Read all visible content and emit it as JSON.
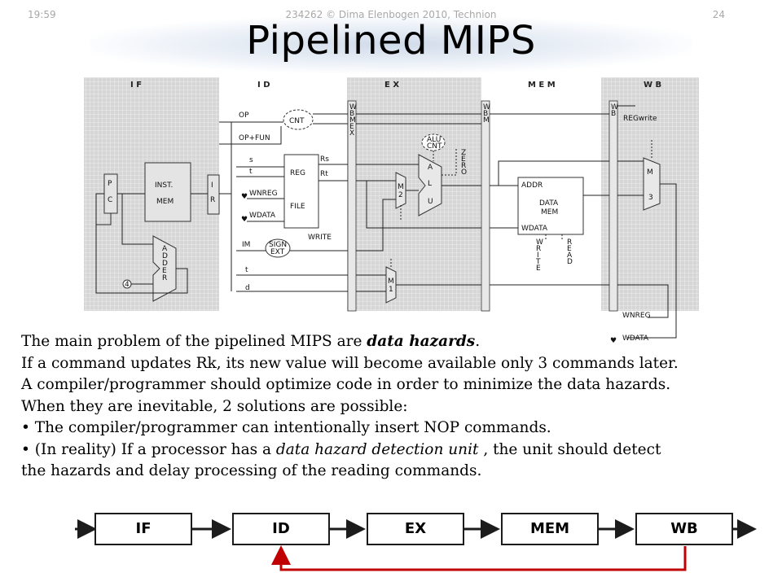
{
  "header": {
    "time": "19:59",
    "footer": "234262 © Dima Elenbogen 2010, Technion",
    "page_number": "24"
  },
  "title": "Pipelined MIPS",
  "diagram": {
    "stages": [
      "I F",
      "I D",
      "E X",
      "M E M",
      "W B"
    ],
    "signals": {
      "op": "OP",
      "op_fun": "OP+FUN",
      "s": "s",
      "t": "t",
      "wnreg": "WNREG",
      "wdata": "WDATA",
      "im": "IM",
      "t2": "t",
      "d": "d",
      "rs": "Rs",
      "rt": "Rt",
      "write": "WRITE",
      "regwrite": "REGwrite",
      "wnreg_out": "WNREG",
      "wdata_out": "WDATA",
      "addr": "ADDR",
      "mem_wdata": "WDATA"
    },
    "blocks": {
      "cnt": "CNT",
      "pc_p": "P",
      "pc_c": "C",
      "inst_mem_1": "INST.",
      "inst_mem_2": "MEM",
      "ir_i": "I",
      "ir_r": "R",
      "adder": [
        "A",
        "D",
        "D",
        "E",
        "R"
      ],
      "four": "4",
      "reg_1": "REG",
      "reg_2": "FILE",
      "sign_1": "SIGN",
      "sign_2": "EXT",
      "mux2": [
        "M",
        "2"
      ],
      "mux1": [
        "M",
        "1"
      ],
      "mux3": [
        "M",
        "3"
      ],
      "alu": [
        "A",
        "L",
        "U"
      ],
      "alu_cnt_1": "ALU",
      "alu_cnt_2": "CNT",
      "zero": [
        "Z",
        "E",
        "R",
        "O"
      ],
      "data_mem_1": "DATA",
      "data_mem_2": "MEM",
      "write_ctl": [
        "W",
        "R",
        "I",
        "T",
        "E"
      ],
      "read_ctl": [
        "R",
        "E",
        "A",
        "D"
      ],
      "latch_idex": [
        "W",
        "B",
        "M",
        "E",
        "X"
      ],
      "latch_exmem": [
        "W",
        "B",
        "M"
      ],
      "latch_memwb": [
        "W",
        "B"
      ]
    }
  },
  "body": {
    "line1_prefix": "The main problem of the pipelined MIPS are ",
    "line1_emphasis": "data hazards",
    "line1_suffix": ".",
    "line2": "If a command updates Rk, its new value will become available only 3 commands later.",
    "line3": "A compiler/programmer should optimize code in order to minimize the data hazards.",
    "line4": "When they are inevitable, 2 solutions are possible:",
    "bullet1": "• The compiler/programmer can intentionally insert NOP commands.",
    "bullet2_prefix": "• (In reality) If a processor has a ",
    "bullet2_emphasis": "data hazard detection unit",
    "bullet2_suffix": " , the unit should detect",
    "line7": "the hazards and delay processing of the reading commands."
  },
  "pipeline": {
    "stages": [
      "IF",
      "ID",
      "EX",
      "MEM",
      "WB"
    ],
    "arrow_color": "#1c1c1c",
    "feedback_color": "#c00000"
  },
  "colors": {
    "stage_shade": "#d4d4d4",
    "grid_line": "#ffffff"
  }
}
